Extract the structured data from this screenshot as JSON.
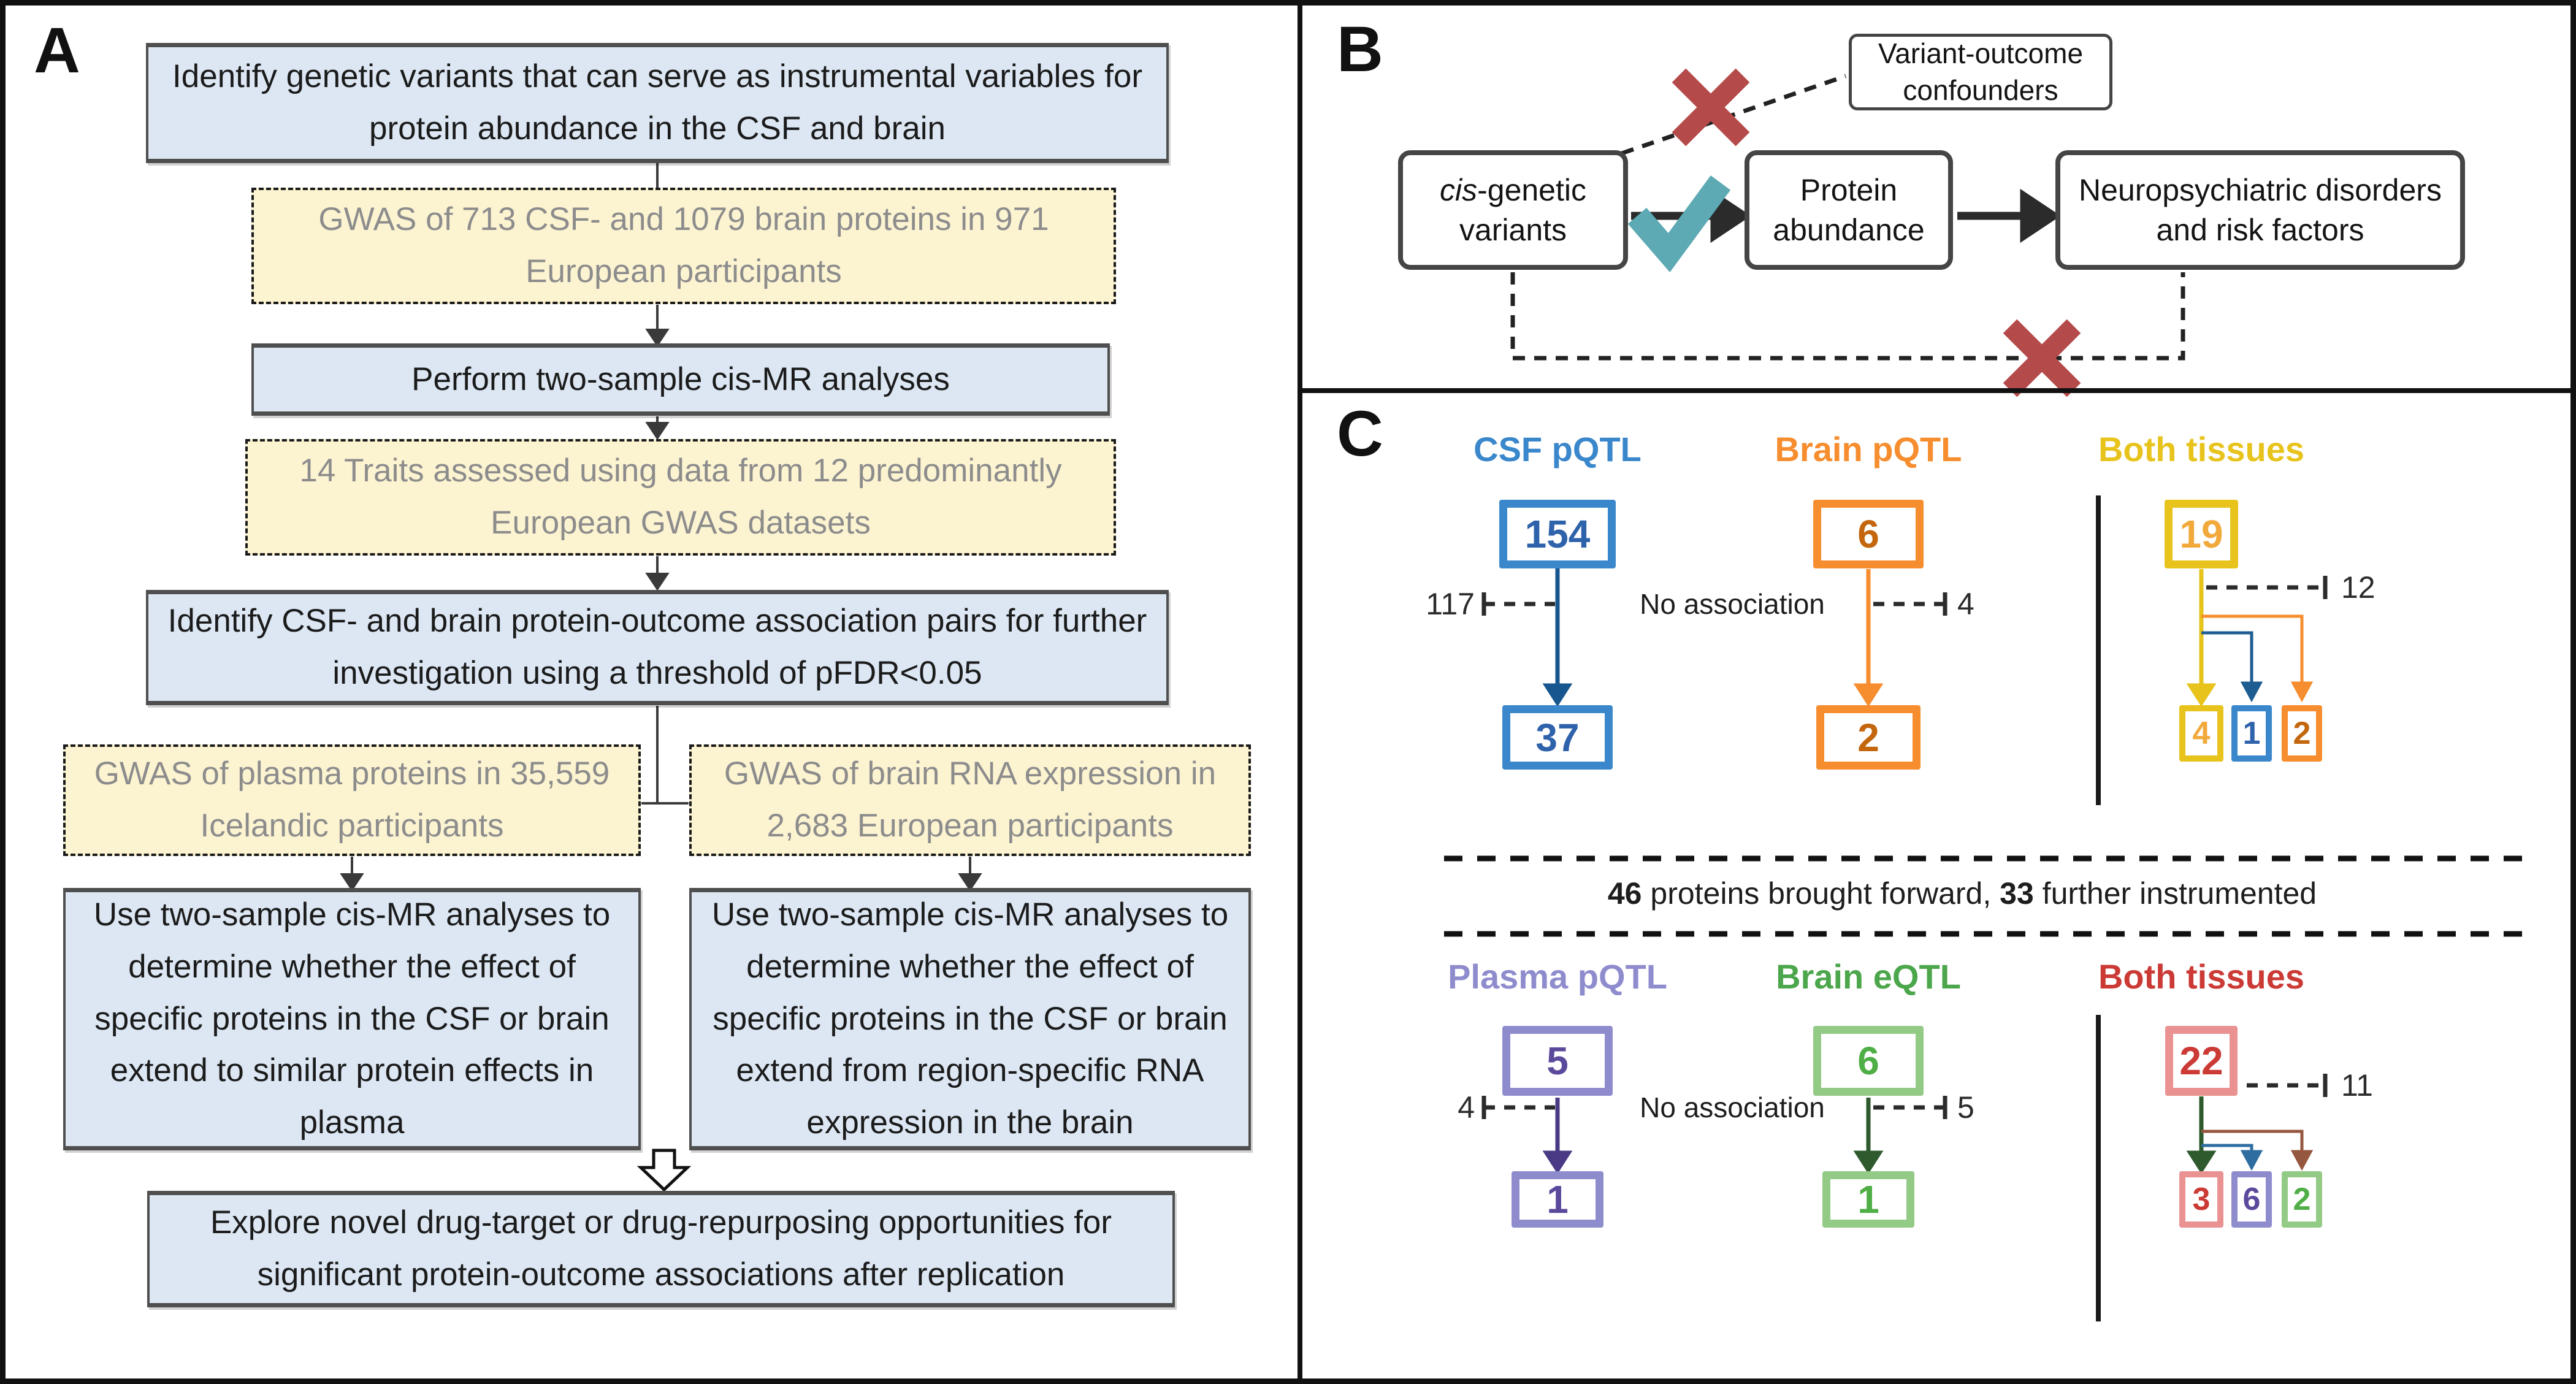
{
  "colors": {
    "panel_blue_fill": "#dce7f3",
    "panel_yellow_fill": "#fcf3d1",
    "muted_text": "#8c8c8c",
    "blue": "#3a87cb",
    "blue_dark": "#2e62ab",
    "blue_arrow": "#17568f",
    "orange": "#f68d2e",
    "orange_dark": "#c3660e",
    "yellow": "#e7c31c",
    "yellow_num": "#f2a93c",
    "purple": "#8f8cce",
    "purple_dark": "#5b4a9b",
    "purple_arrow": "#4a3a85",
    "green": "#93ca85",
    "green_label": "#4ca64c",
    "green_num": "#4fae45",
    "green_arrow": "#2e5a2e",
    "salmon": "#ea9191",
    "red": "#cb3a35",
    "brown": "#96573f",
    "branch_blue": "#1d5d92",
    "teal_check": "#5da9b4",
    "red_x": "#b54a4a"
  },
  "panelA": {
    "label": "A",
    "step1": "Identify genetic variants that can serve as instrumental variables for protein abundance in the CSF and brain",
    "data1": "GWAS of 713 CSF- and 1079 brain proteins in 971 European participants",
    "step2": "Perform two-sample cis-MR analyses",
    "data2": "14 Traits assessed using data from 12 predominantly European GWAS datasets",
    "step3": "Identify CSF- and brain protein-outcome association pairs for further investigation using a threshold of pFDR<0.05",
    "data3": "GWAS of plasma proteins in 35,559 Icelandic participants",
    "data4": "GWAS of brain RNA expression in 2,683 European participants",
    "step4": "Use two-sample cis-MR analyses to determine whether the effect of specific proteins in the CSF or brain extend to similar protein effects in plasma",
    "step5": "Use two-sample cis-MR analyses to determine whether the effect of specific proteins in the CSF or brain extend from region-specific RNA expression in the brain",
    "step6": "Explore novel drug-target or drug-repurposing opportunities for significant protein-outcome associations after replication"
  },
  "panelB": {
    "label": "B",
    "confounders": "Variant-outcome confounders",
    "cis_italic": "cis",
    "cis_rest": "-genetic variants",
    "protein": "Protein abundance",
    "outcome": "Neuropsychiatric disorders and risk factors"
  },
  "panelC": {
    "label": "C",
    "top": {
      "csf": {
        "label": "CSF pQTL",
        "start": "154",
        "end": "37",
        "removed": "117"
      },
      "brain": {
        "label": "Brain pQTL",
        "start": "6",
        "end": "2",
        "removed": "4"
      },
      "both": {
        "label": "Both tissues",
        "start": "19",
        "removed": "12",
        "end_yellow": "4",
        "end_blue": "1",
        "end_orange": "2"
      },
      "no_association": "No association"
    },
    "divider": {
      "bold1": "46",
      "mid": " proteins brought forward, ",
      "bold2": "33",
      "tail": " further instrumented"
    },
    "bottom": {
      "plasma": {
        "label": "Plasma pQTL",
        "start": "5",
        "end": "1",
        "removed": "4"
      },
      "brain": {
        "label": "Brain eQTL",
        "start": "6",
        "end": "1",
        "removed": "5"
      },
      "both": {
        "label": "Both tissues",
        "start": "22",
        "removed": "11",
        "end_red": "3",
        "end_purple": "6",
        "end_green": "2"
      },
      "no_association": "No association"
    }
  }
}
